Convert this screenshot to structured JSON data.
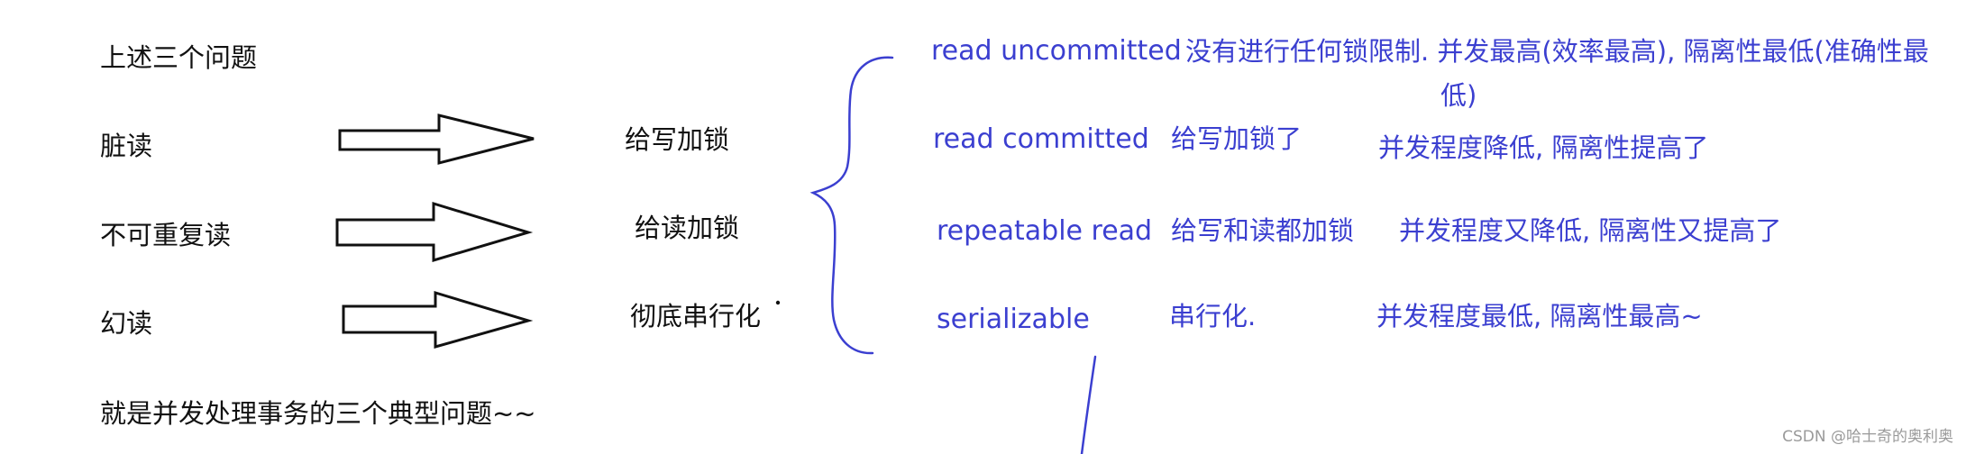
{
  "left": {
    "intro": "上述三个问题",
    "problems": [
      "脏读",
      "不可重复读",
      "幻读"
    ],
    "summary": "就是并发处理事务的三个典型问题~~"
  },
  "fixes": [
    "给写加锁",
    "给读加锁",
    "彻底串行化"
  ],
  "levels": [
    {
      "name": "read uncommitted",
      "desc": "没有进行任何锁限制. 并发最高(效率最高), 隔离性最低(准确性最",
      "desc_cont": "低)"
    },
    {
      "name": "read committed",
      "lock": "给写加锁了",
      "effect": "并发程度降低, 隔离性提高了"
    },
    {
      "name": "repeatable read",
      "lock": "给写和读都加锁",
      "effect": "并发程度又降低, 隔离性又提高了"
    },
    {
      "name": "serializable",
      "lock": "串行化.",
      "effect": "并发程度最低, 隔离性最高~"
    }
  ],
  "watermark": "CSDN @哈士奇的奥利奥",
  "colors": {
    "ink": "#111111",
    "pen": "#3b3fd0"
  }
}
